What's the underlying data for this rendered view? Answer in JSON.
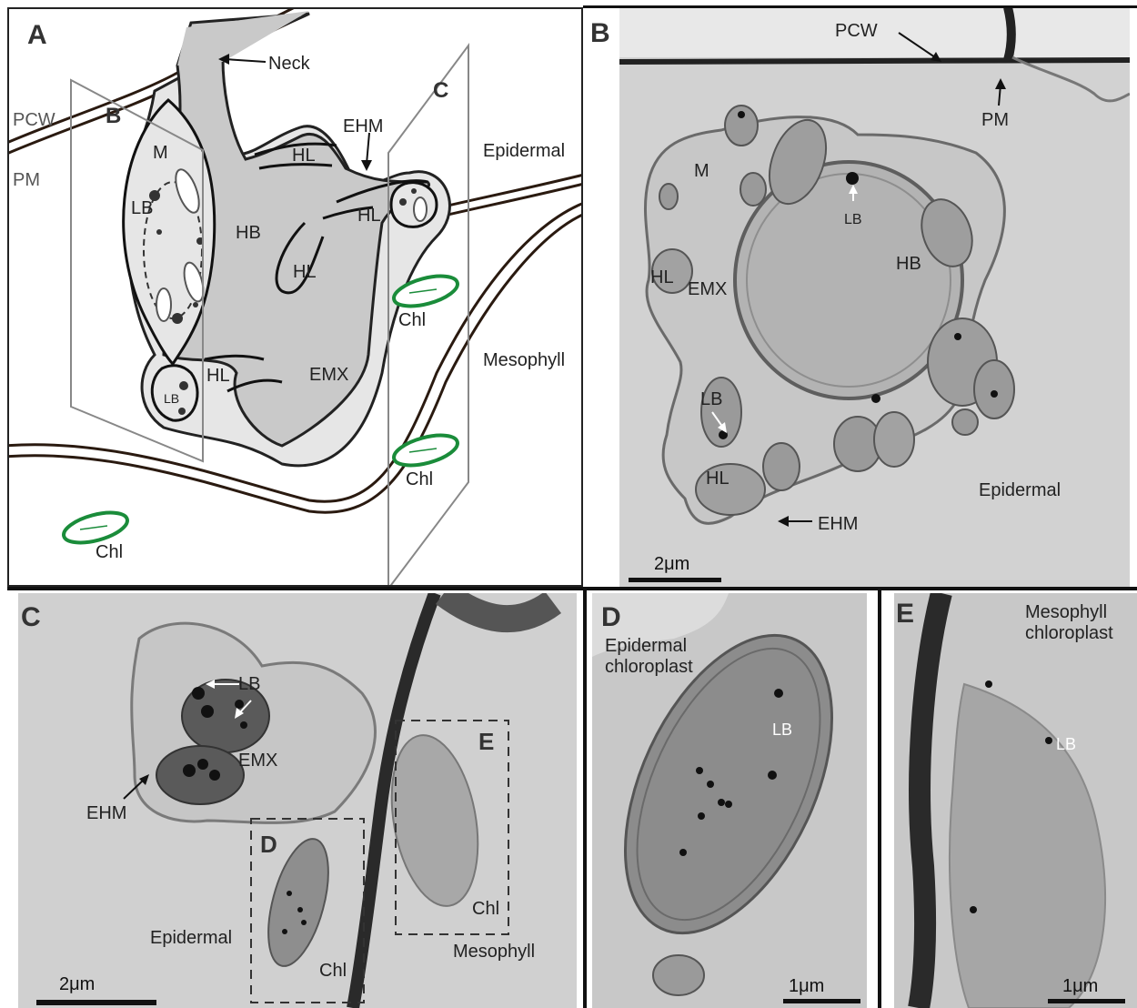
{
  "panels": {
    "A": {
      "letter": "A",
      "labels": {
        "neck": "Neck",
        "pcw": "PCW",
        "pm": "PM",
        "plane_b": "B",
        "plane_c": "C",
        "m": "M",
        "lb_top": "LB",
        "hb": "HB",
        "hl_1": "HL",
        "hl_2": "HL",
        "hl_3": "HL",
        "hl_4": "HL",
        "ehm": "EHM",
        "emx": "EMX",
        "lb_small": "LB",
        "epidermal": "Epidermal",
        "mesophyll": "Mesophyll",
        "chl_1": "Chl",
        "chl_2": "Chl",
        "chl_3": "Chl"
      },
      "colors": {
        "haustorium": "#c9c9c9",
        "matrix": "#e6e6e6",
        "chloroplast": "#1a8c3a"
      }
    },
    "B": {
      "letter": "B",
      "labels": {
        "pcw": "PCW",
        "pm": "PM",
        "m": "M",
        "lb_top": "LB",
        "hb": "HB",
        "hl_1": "HL",
        "emx": "EMX",
        "lb_2": "LB",
        "hl_2": "HL",
        "ehm": "EHM",
        "epidermal": "Epidermal"
      },
      "scale": "2μm"
    },
    "C": {
      "letter": "C",
      "labels": {
        "lb": "LB",
        "emx": "EMX",
        "ehm": "EHM",
        "box_d": "D",
        "box_e": "E",
        "epidermal": "Epidermal",
        "chl_1": "Chl",
        "chl_2": "Chl",
        "mesophyll": "Mesophyll"
      },
      "scale": "2μm"
    },
    "D": {
      "letter": "D",
      "title": "Epidermal\nchloroplast",
      "lb": "LB",
      "scale": "1μm"
    },
    "E": {
      "letter": "E",
      "title": "Mesophyll\nchloroplast",
      "lb": "LB",
      "scale": "1μm"
    }
  }
}
